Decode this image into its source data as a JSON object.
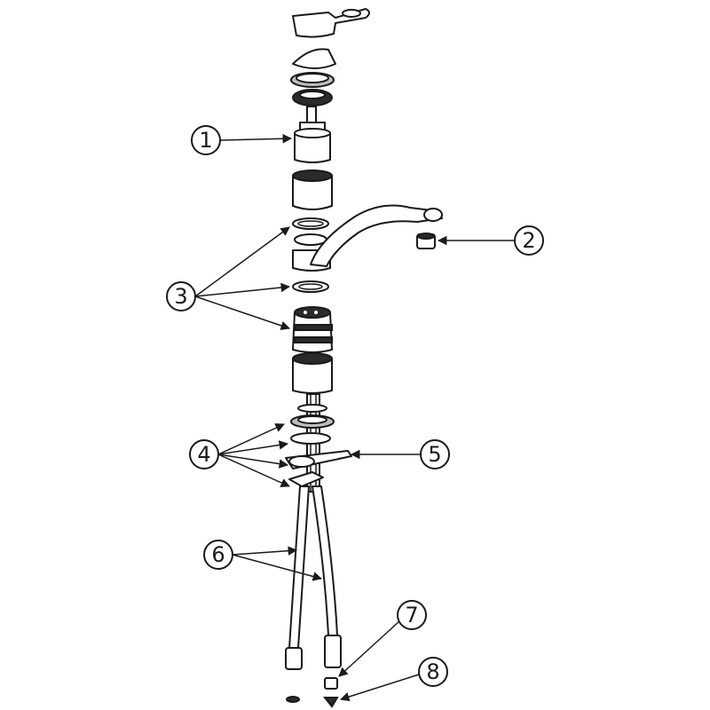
{
  "callouts": [
    {
      "id": 1,
      "label": "1"
    },
    {
      "id": 2,
      "label": "2"
    },
    {
      "id": 3,
      "label": "3"
    },
    {
      "id": 4,
      "label": "4"
    },
    {
      "id": 5,
      "label": "5"
    },
    {
      "id": 6,
      "label": "6"
    },
    {
      "id": 7,
      "label": "7"
    },
    {
      "id": 8,
      "label": "8"
    }
  ],
  "colors": {
    "line": "#1a1a1a",
    "background": "#ffffff"
  }
}
